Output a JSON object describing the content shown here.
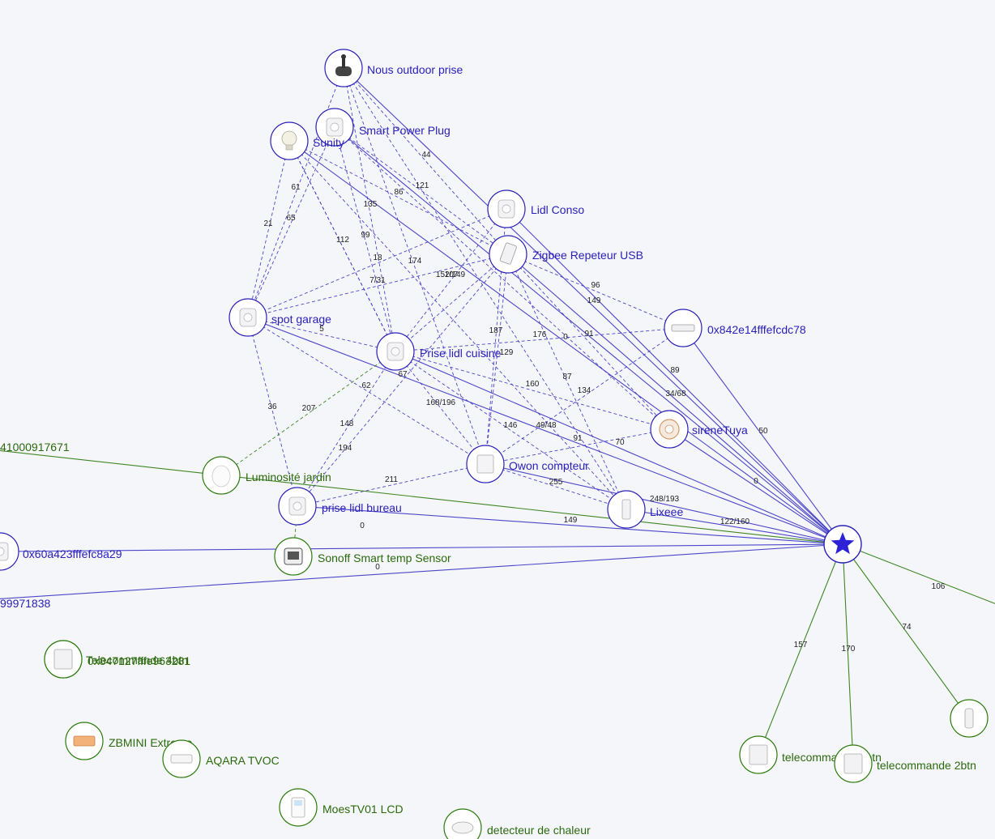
{
  "colors": {
    "router": "#2b20b8",
    "end_device": "#2b7a0c",
    "mesh": "#3b33c4",
    "background": "#f5f6fa"
  },
  "coordinator": {
    "icon": "star-icon"
  },
  "nodes": [
    {
      "id": "nous",
      "label": "Nous outdoor prise",
      "role": "router",
      "icon": "outdoor-plug-icon"
    },
    {
      "id": "spp",
      "label": "Smart Power Plug",
      "role": "router",
      "icon": "smart-plug-icon"
    },
    {
      "id": "sunity",
      "label": "Sunity",
      "role": "router",
      "icon": "bulb-icon"
    },
    {
      "id": "lidlconso",
      "label": "Lidl Conso",
      "role": "router",
      "icon": "smart-plug-icon"
    },
    {
      "id": "zrep",
      "label": "Zigbee Repeteur USB",
      "role": "router",
      "icon": "usb-repeater-icon"
    },
    {
      "id": "hex842",
      "label": "0x842e14fffefcdc78",
      "role": "router",
      "icon": "power-strip-icon"
    },
    {
      "id": "spot",
      "label": "spot garage",
      "role": "router",
      "icon": "smart-plug-icon"
    },
    {
      "id": "plc",
      "label": "Prise lidl cuisine",
      "role": "router",
      "icon": "smart-plug-icon"
    },
    {
      "id": "sirene",
      "label": "sireneTuya",
      "role": "router",
      "icon": "siren-icon"
    },
    {
      "id": "owon",
      "label": "Owon compteur",
      "role": "router",
      "icon": "energy-meter-icon"
    },
    {
      "id": "lixee",
      "label": "Lixeee",
      "role": "router",
      "icon": "lixee-icon"
    },
    {
      "id": "plb",
      "label": "prise lidl bureau",
      "role": "router",
      "icon": "smart-plug-icon"
    },
    {
      "id": "hex60a",
      "label": "0x60a423fffefc8a29",
      "role": "router",
      "icon": "plug-icon"
    },
    {
      "id": "n99",
      "label": "99971838",
      "role": "router",
      "icon": "device-icon"
    },
    {
      "id": "lumi",
      "label": "Luminosité jardin",
      "role": "end",
      "icon": "light-sensor-icon"
    },
    {
      "id": "sonoff",
      "label": "Sonoff Smart temp Sensor",
      "role": "end",
      "icon": "temp-sensor-icon"
    },
    {
      "id": "n41",
      "label": "41000917671",
      "role": "end",
      "icon": "device-icon"
    },
    {
      "id": "hex847",
      "label": "0x847127fffe963281",
      "role": "end",
      "icon": "valve-icon"
    },
    {
      "id": "telec4",
      "label": "Telecommande 4btn",
      "role": "end",
      "icon": "remote-icon"
    },
    {
      "id": "zbmini",
      "label": "ZBMINI Extreme",
      "role": "end",
      "icon": "relay-icon"
    },
    {
      "id": "aqara",
      "label": "AQARA TVOC",
      "role": "end",
      "icon": "air-sensor-icon"
    },
    {
      "id": "moes",
      "label": "MoesTV01 LCD",
      "role": "end",
      "icon": "thermostat-icon"
    },
    {
      "id": "detect",
      "label": "detecteur de chaleur",
      "role": "end",
      "icon": "heat-detector-icon"
    },
    {
      "id": "telecx",
      "label": "telecommande 2btn",
      "role": "end",
      "icon": "remote-icon"
    },
    {
      "id": "telec2",
      "label": "telecommande 2btn",
      "role": "end",
      "icon": "remote-icon"
    },
    {
      "id": "rightend",
      "label": "",
      "role": "end",
      "icon": "sensor-icon"
    }
  ],
  "links": [
    {
      "from": "coord",
      "to": "nous",
      "lqi": ""
    },
    {
      "from": "coord",
      "to": "spp",
      "lqi": ""
    },
    {
      "from": "coord",
      "to": "sunity",
      "lqi": ""
    },
    {
      "from": "coord",
      "to": "lidlconso",
      "lqi": "89"
    },
    {
      "from": "coord",
      "to": "zrep",
      "lqi": "34/68"
    },
    {
      "from": "coord",
      "to": "hex842",
      "lqi": "50"
    },
    {
      "from": "coord",
      "to": "sirene",
      "lqi": "0"
    },
    {
      "from": "coord",
      "to": "plc",
      "lqi": "70"
    },
    {
      "from": "coord",
      "to": "owon",
      "lqi": ""
    },
    {
      "from": "coord",
      "to": "lixee",
      "lqi": "122/160"
    },
    {
      "from": "coord",
      "to": "spot",
      "lqi": ""
    },
    {
      "from": "coord",
      "to": "plb",
      "lqi": "149"
    },
    {
      "from": "coord",
      "to": "n99",
      "lqi": "0"
    },
    {
      "from": "coord",
      "to": "n41",
      "lqi": "0"
    },
    {
      "from": "coord",
      "to": "telecx",
      "lqi": "157"
    },
    {
      "from": "coord",
      "to": "telec2",
      "lqi": "170"
    },
    {
      "from": "coord",
      "to": "rightend",
      "lqi": "74"
    },
    {
      "from": "coord",
      "to": "offright",
      "lqi": "106"
    },
    {
      "from": "nous",
      "to": "zrep",
      "lqi": "44"
    },
    {
      "from": "nous",
      "to": "spot",
      "lqi": "21"
    },
    {
      "from": "nous",
      "to": "plc",
      "lqi": "135"
    },
    {
      "from": "nous",
      "to": "owon",
      "lqi": "174"
    },
    {
      "from": "nous",
      "to": "lixee",
      "lqi": ""
    },
    {
      "from": "spp",
      "to": "zrep",
      "lqi": "121"
    },
    {
      "from": "spp",
      "to": "spot",
      "lqi": "65"
    },
    {
      "from": "spp",
      "to": "plc",
      "lqi": "99"
    },
    {
      "from": "spp",
      "to": "sirene",
      "lqi": ""
    },
    {
      "from": "sunity",
      "to": "zrep",
      "lqi": "86"
    },
    {
      "from": "sunity",
      "to": "spot",
      "lqi": "61"
    },
    {
      "from": "sunity",
      "to": "plc",
      "lqi": "112"
    },
    {
      "from": "sunity",
      "to": "lixee",
      "lqi": ""
    },
    {
      "from": "lidlconso",
      "to": "spot",
      "lqi": ""
    },
    {
      "from": "lidlconso",
      "to": "owon",
      "lqi": "187"
    },
    {
      "from": "lidlconso",
      "to": "plc",
      "lqi": "152/149"
    },
    {
      "from": "zrep",
      "to": "plc",
      "lqi": ""
    },
    {
      "from": "zrep",
      "to": "hex842",
      "lqi": "96"
    },
    {
      "from": "zrep",
      "to": "sirene",
      "lqi": "149"
    },
    {
      "from": "zrep",
      "to": "owon",
      "lqi": ""
    },
    {
      "from": "zrep",
      "to": "lixee",
      "lqi": "87"
    },
    {
      "from": "zrep",
      "to": "plb",
      "lqi": "194"
    },
    {
      "from": "zrep",
      "to": "spot",
      "lqi": "107"
    },
    {
      "from": "spot",
      "to": "plc",
      "lqi": "5"
    },
    {
      "from": "spot",
      "to": "owon",
      "lqi": "62"
    },
    {
      "from": "spot",
      "to": "plb",
      "lqi": "36"
    },
    {
      "from": "hex842",
      "to": "plc",
      "lqi": "176"
    },
    {
      "from": "hex842",
      "to": "owon",
      "lqi": "134"
    },
    {
      "from": "plc",
      "to": "sirene",
      "lqi": "160"
    },
    {
      "from": "plc",
      "to": "owon",
      "lqi": "168/196"
    },
    {
      "from": "plc",
      "to": "lixee",
      "lqi": "146"
    },
    {
      "from": "plc",
      "to": "plb",
      "lqi": "148"
    },
    {
      "from": "plc",
      "to": "sunity",
      "lqi": "18"
    },
    {
      "from": "sirene",
      "to": "owon",
      "lqi": "49/48"
    },
    {
      "from": "owon",
      "to": "plb",
      "lqi": "211"
    },
    {
      "from": "owon",
      "to": "lixee",
      "lqi": "255"
    },
    {
      "from": "plc",
      "to": "lumi",
      "lqi": "207"
    },
    {
      "from": "plb",
      "to": "sonoff",
      "lqi": ""
    },
    {
      "from": "coord",
      "to": "hex60a",
      "lqi": ""
    }
  ],
  "extra_labels": [
    "7/31",
    "67",
    "0",
    "91",
    "91",
    "248/193",
    "0",
    "0",
    "129",
    "249"
  ]
}
